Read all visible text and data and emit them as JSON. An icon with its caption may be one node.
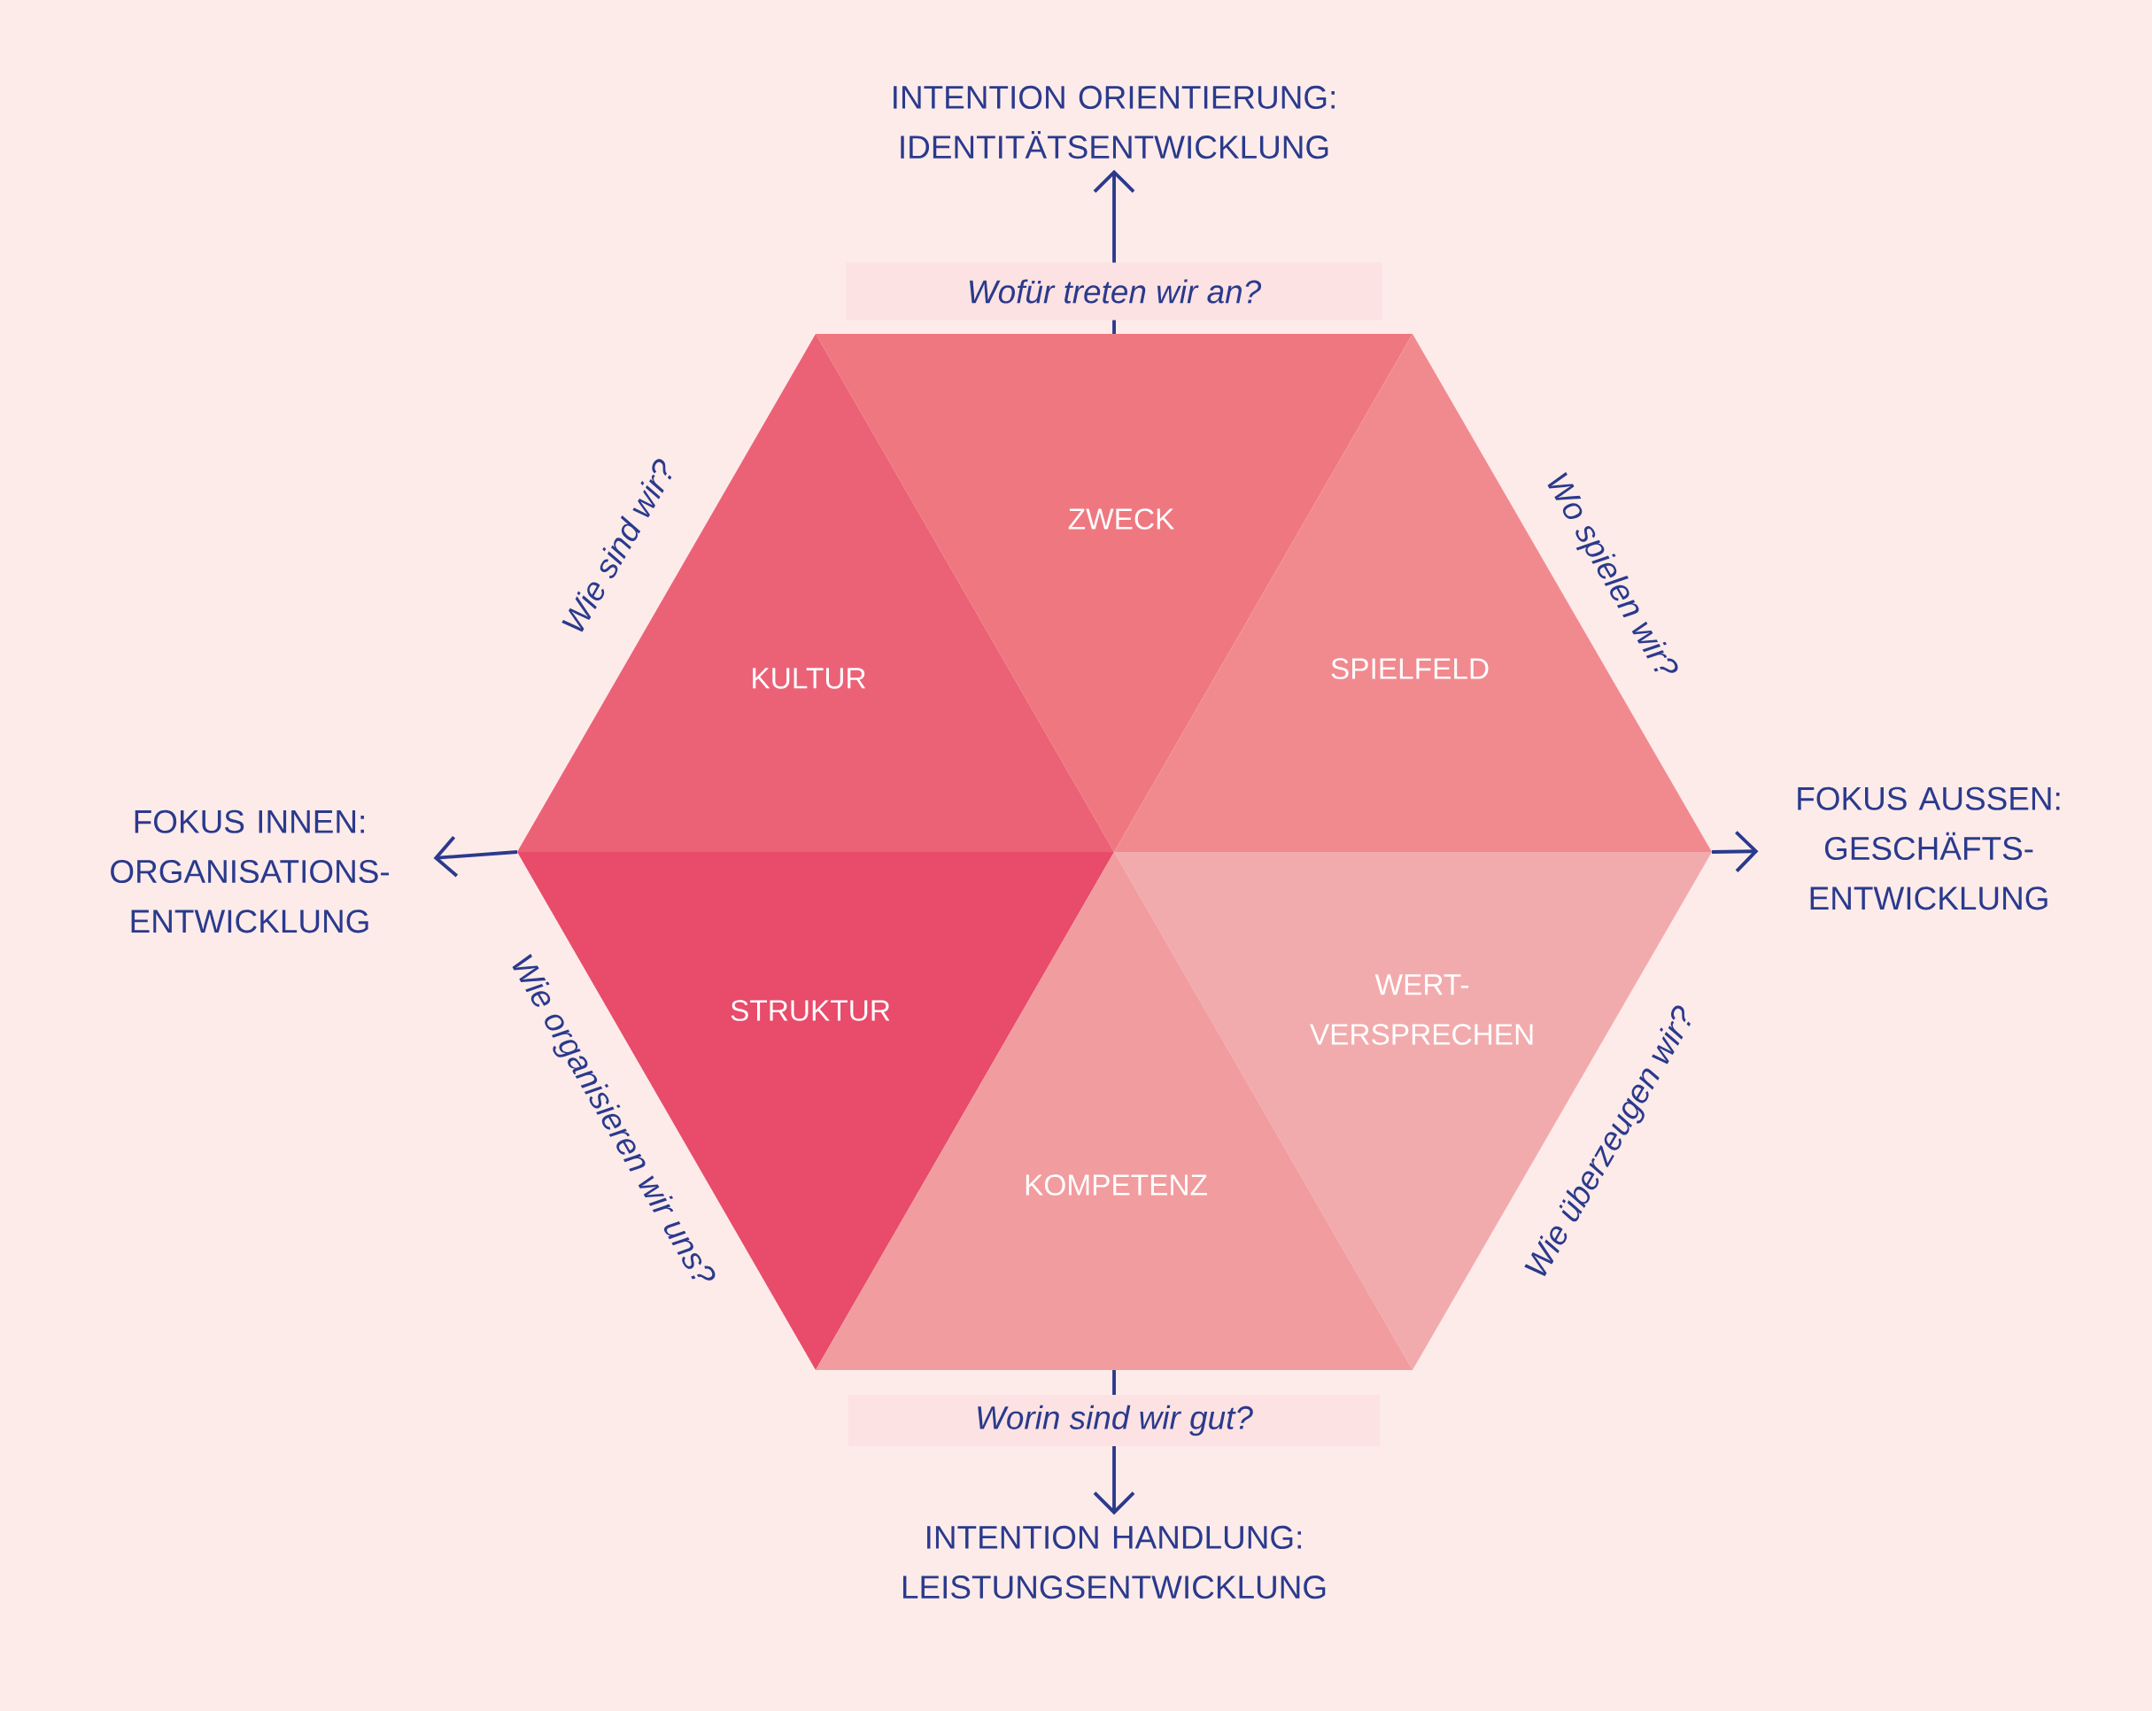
{
  "diagram": {
    "nodes": [
      {
        "text": [
          "INTENTION ORIENTIERUNG: IDENTITÄTSENTWICKLUNG"
        ]
      },
      {
        "text": [
          "ZWECK"
        ]
      },
      {
        "text": [
          "KULTUR"
        ]
      },
      {
        "text": [
          "SPIELFELD"
        ]
      },
      {
        "text": [
          "FOKUS INNEN: ORGANISATIONS- ENTWICKLUNG"
        ]
      },
      {
        "text": [
          "FOKUS AUSSEN: GESCHÄFTS- ENTWICKLUNG"
        ]
      },
      {
        "text": [
          "WERT- VERSPRECHEN"
        ]
      },
      {
        "text": [
          "STRUKTUR"
        ]
      },
      {
        "text": [
          "KOMPETENZ"
        ]
      },
      {
        "text": [
          "INTENTION HANDLUNG: LEISTUNGSENTWICKLUNG"
        ]
      }
    ],
    "edges": [
      {
        "from": 1,
        "to": 0,
        "arrow": "to",
        "label": "Wofür treten wir an?"
      },
      {
        "from": 7,
        "to": 4,
        "arrow": "to"
      },
      {
        "from": 3,
        "to": 5,
        "arrow": "to"
      },
      {
        "from": 8,
        "to": 9,
        "arrow": "to",
        "label": "Worin sind wir gut?"
      }
    ],
    "labels": [
      "Wie sind wir?",
      "Wo spielen wir?",
      "Wie organisieren wir uns?",
      "Wie überzeugen wir?"
    ]
  }
}
